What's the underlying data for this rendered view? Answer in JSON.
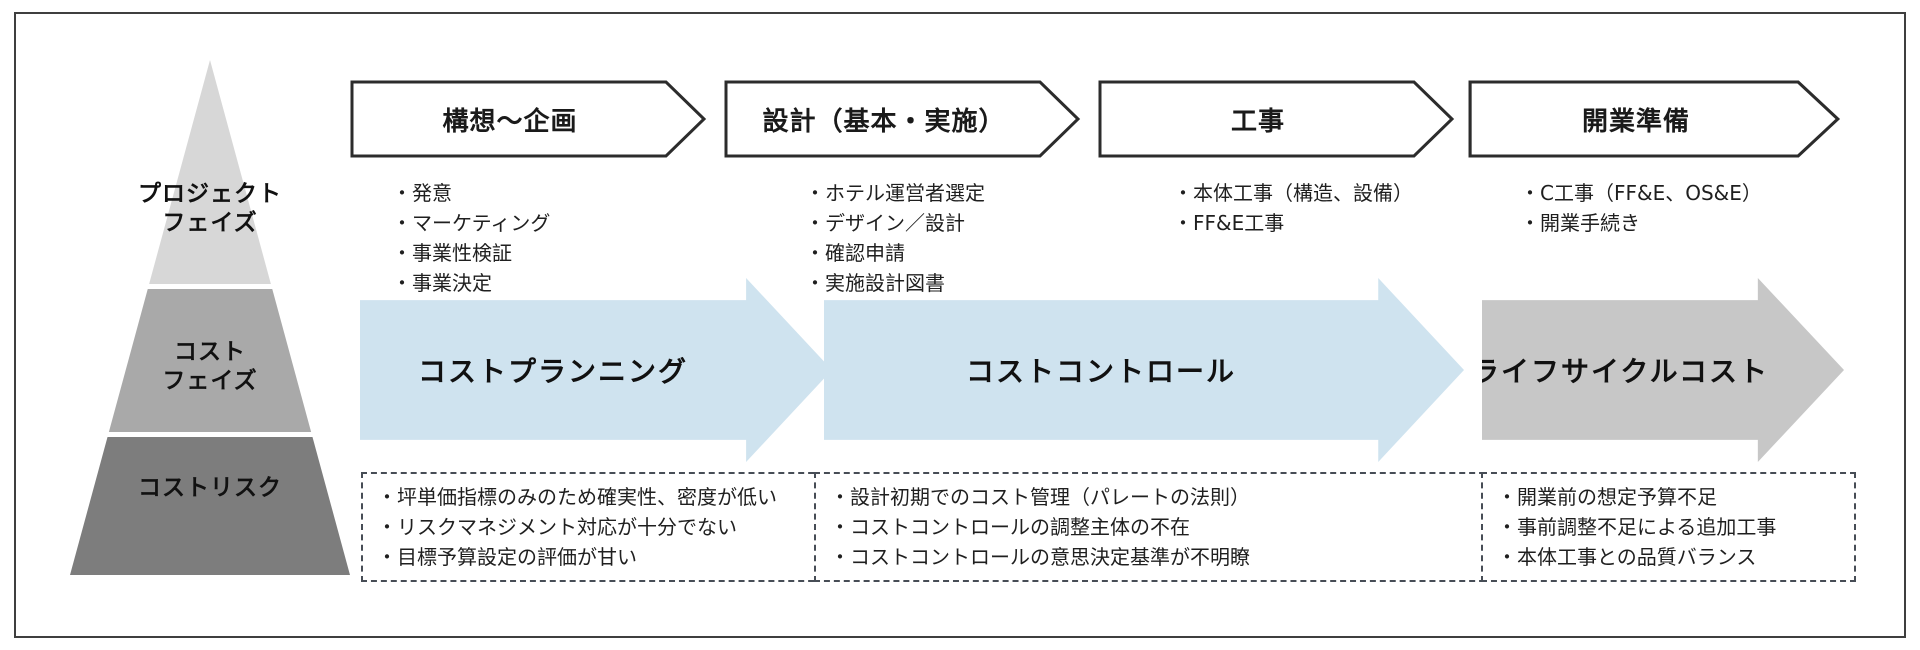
{
  "diagram": {
    "pyramid": {
      "levels": [
        {
          "line1": "プロジェクト",
          "line2": "フェイズ",
          "color": "#d7d7d7"
        },
        {
          "line1": "コスト",
          "line2": "フェイズ",
          "color": "#a9a9a9"
        },
        {
          "line1": "コストリスク",
          "line2": "",
          "color": "#7d7d7d"
        }
      ]
    },
    "project_phases": [
      {
        "title": "構想〜企画",
        "items": [
          "・発意",
          "・マーケティング",
          "・事業性検証",
          "・事業決定"
        ]
      },
      {
        "title": "設計（基本・実施）",
        "items": [
          "・ホテル運営者選定",
          "・デザイン／設計",
          "・確認申請",
          "・実施設計図書"
        ]
      },
      {
        "title": "工事",
        "items": [
          "・本体工事（構造、設備）",
          "・FF&E工事"
        ]
      },
      {
        "title": "開業準備",
        "items": [
          "・C工事（FF&E、OS&E）",
          "・開業手続き"
        ]
      }
    ],
    "cost_phases": [
      {
        "label": "コストプランニング",
        "color": "#cfe3ef"
      },
      {
        "label": "コストコントロール",
        "color": "#cfe3ef"
      },
      {
        "label": "ライフサイクルコスト",
        "color": "#c7c7c7"
      }
    ],
    "cost_risks": [
      {
        "items": [
          "・坪単価指標のみのため確実性、密度が低い",
          "・リスクマネジメント対応が十分でない",
          "・目標予算設定の評価が甘い"
        ]
      },
      {
        "items": [
          "・設計初期でのコスト管理（パレートの法則）",
          "・コストコントロールの調整主体の不在",
          "・コストコントロールの意思決定基準が不明瞭"
        ]
      },
      {
        "items": [
          "・開業前の想定予算不足",
          "・事前調整不足による追加工事",
          "・本体工事との品質バランス"
        ]
      }
    ]
  }
}
